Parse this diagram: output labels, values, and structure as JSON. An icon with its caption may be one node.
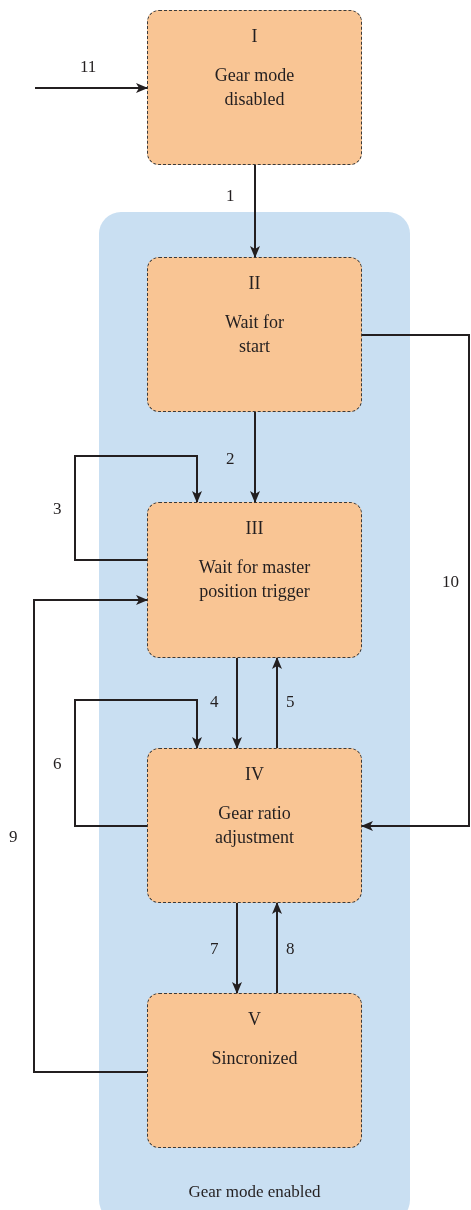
{
  "diagram": {
    "nodes": [
      {
        "text": [
          "I",
          "Gear mode disabled"
        ]
      },
      {
        "text": [
          "Gear mode enabled"
        ]
      },
      {
        "text": [
          "II",
          "Wait for start"
        ],
        "in": 1
      },
      {
        "text": [
          "III",
          "Wait for master position trigger"
        ],
        "in": 1
      },
      {
        "text": [
          "IV",
          "Gear ratio adjustment"
        ],
        "in": 1
      },
      {
        "text": [
          "V",
          "Sincronized"
        ],
        "in": 1
      }
    ],
    "edges": [
      {
        "from": 0,
        "to": 2,
        "arrow": "to",
        "label": "1"
      },
      {
        "from": 2,
        "to": 3,
        "arrow": "to",
        "label": "2"
      },
      {
        "from": 3,
        "to": 3,
        "arrow": "to",
        "label": "3"
      },
      {
        "from": 3,
        "to": 4,
        "arrow": "to",
        "label": "4"
      },
      {
        "from": 4,
        "to": 3,
        "arrow": "to",
        "label": "5"
      },
      {
        "from": 4,
        "to": 4,
        "arrow": "to",
        "label": "6"
      },
      {
        "from": 4,
        "to": 5,
        "arrow": "to",
        "label": "7"
      },
      {
        "from": 5,
        "to": 4,
        "arrow": "to",
        "label": "8"
      },
      {
        "from": 5,
        "to": 3,
        "arrow": "to",
        "label": "9"
      },
      {
        "from": 2,
        "to": 4,
        "arrow": "to",
        "label": "10"
      },
      {
        "from": null,
        "to": 0,
        "arrow": "to",
        "label": "11"
      }
    ]
  }
}
